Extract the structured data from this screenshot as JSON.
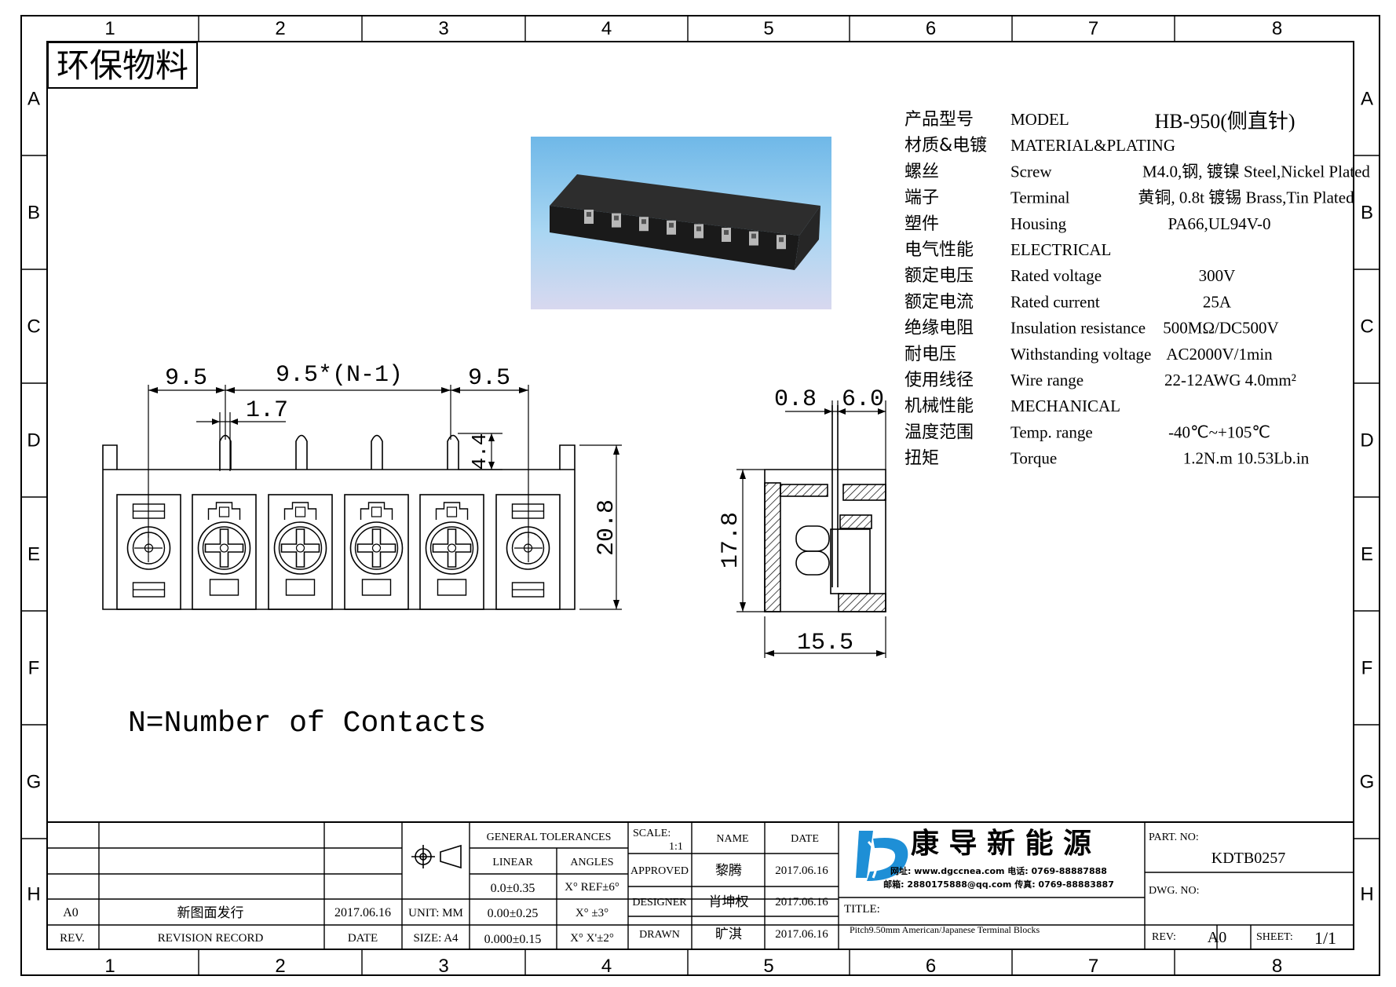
{
  "frame": {
    "col_labels": [
      "1",
      "2",
      "3",
      "4",
      "5",
      "6",
      "7",
      "8"
    ],
    "row_labels": [
      "A",
      "B",
      "C",
      "D",
      "E",
      "F",
      "G",
      "H"
    ]
  },
  "stamp": "环保物料",
  "specs": [
    {
      "cn": "产品型号",
      "en": "MODEL",
      "val": "HB-950(侧直针)"
    },
    {
      "cn": "材质&电镀",
      "en": "MATERIAL&PLATING",
      "val": ""
    },
    {
      "cn": "螺丝",
      "en": "Screw",
      "val": "M4.0,钢, 镀镍 Steel,Nickel Plated"
    },
    {
      "cn": "端子",
      "en": "Terminal",
      "val": "黄铜, 0.8t 镀锡 Brass,Tin Plated"
    },
    {
      "cn": "塑件",
      "en": "Housing",
      "val": "PA66,UL94V-0"
    },
    {
      "cn": "电气性能",
      "en": "ELECTRICAL",
      "val": ""
    },
    {
      "cn": "额定电压",
      "en": "Rated voltage",
      "val": "300V"
    },
    {
      "cn": "额定电流",
      "en": "Rated current",
      "val": "25A"
    },
    {
      "cn": "绝缘电阻",
      "en": "Insulation resistance",
      "val": "500MΩ/DC500V"
    },
    {
      "cn": "耐电压",
      "en": "Withstanding voltage",
      "val": "AC2000V/1min"
    },
    {
      "cn": "使用线径",
      "en": "Wire range",
      "val": "22-12AWG 4.0mm²"
    },
    {
      "cn": "机械性能",
      "en": "MECHANICAL",
      "val": ""
    },
    {
      "cn": "温度范围",
      "en": "Temp. range",
      "val": "-40℃~+105℃"
    },
    {
      "cn": "扭矩",
      "en": "Torque",
      "val": "1.2N.m  10.53Lb.in"
    }
  ],
  "dims": {
    "pitch_left": "9.5",
    "pitch_mid": "9.5*(N-1)",
    "pitch_right": "9.5",
    "pin_width": "1.7",
    "pin_height": "4.4",
    "height": "20.8",
    "side_t": "0.8",
    "side_w": "6.0",
    "side_h": "17.8",
    "side_base": "15.5"
  },
  "note": "N=Number of Contacts",
  "title_block": {
    "rev_rows": [
      {
        "rev": "A0",
        "record": "新图面发行",
        "date": "2017.06.16"
      }
    ],
    "rev_hdr": "REV.",
    "record_hdr": "REVISION RECORD",
    "date_hdr": "DATE",
    "unit": "UNIT: MM",
    "size": "SIZE: A4",
    "gen_tol": "GENERAL TOLERANCES",
    "linear": "LINEAR",
    "angles": "ANGLES",
    "lin": [
      "0.0±0.35",
      "0.00±0.25",
      "0.000±0.15"
    ],
    "ang": [
      "X° REF±6°",
      "X° ±3°",
      "X° X'±2°"
    ],
    "scale_lbl": "SCALE:",
    "scale_val": "1:1",
    "name_hdr": "NAME",
    "date_hdr2": "DATE",
    "approved": "APPROVED",
    "designer": "DESIGNER",
    "drawn": "DRAWN",
    "approved_name": "黎腾",
    "designer_name": "肖坤权",
    "drawn_name": "旷淇",
    "approved_date": "2017.06.16",
    "designer_date": "2017.06.16",
    "drawn_date": "2017.06.16",
    "company": "康 导 新 能 源",
    "company_line1": "网址: www.dgccnea.com  电话: 0769-88887888",
    "company_line2": "邮箱: 2880175888@qq.com  传真: 0769-88883887",
    "title_lbl": "TITLE:",
    "title_val": "Pitch9.50mm American/Japanese Terminal Blocks",
    "part_lbl": "PART. NO:",
    "part_val": "KDTB0257",
    "dwg_lbl": "DWG. NO:",
    "rev_lbl": "REV:",
    "rev_val": "A0",
    "sheet_lbl": "SHEET:",
    "sheet_val": "1/1"
  }
}
